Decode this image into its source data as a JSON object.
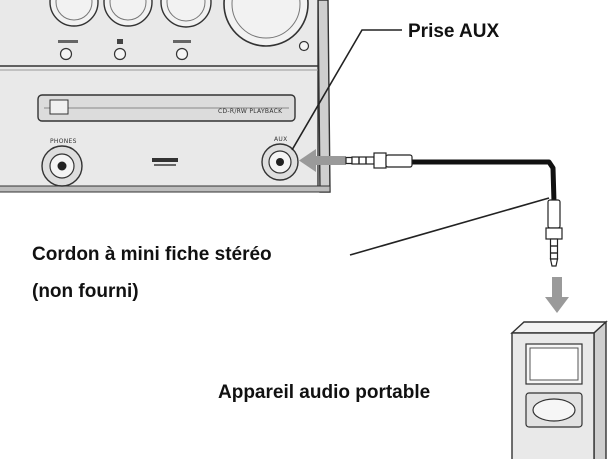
{
  "callouts": {
    "aux_jack": "Prise AUX",
    "cable_line1": "Cordon à mini fiche stéréo",
    "cable_line2": "(non fourni)",
    "portable_device": "Appareil audio portable"
  },
  "unit": {
    "phones_label": "PHONES",
    "aux_label": "AUX",
    "cd_slot_label": "CD-R/RW PLAYBACK"
  },
  "colors": {
    "arrow": "#9a9a9a",
    "cable": "#111111",
    "device_body": "#e9e9e9"
  }
}
